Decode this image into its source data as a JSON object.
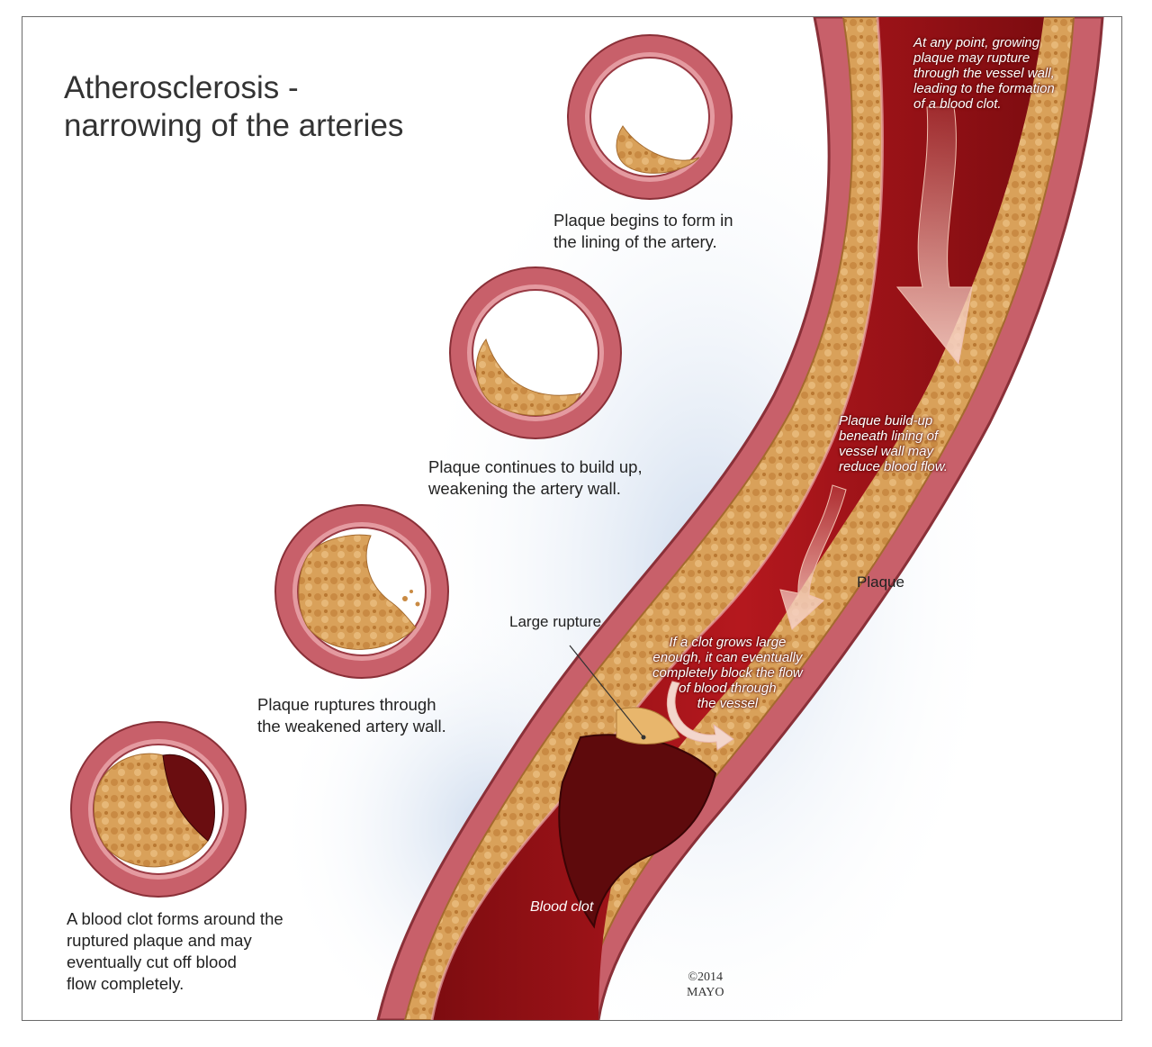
{
  "title": {
    "line1": "Atherosclerosis -",
    "line2": "narrowing of the arteries"
  },
  "stages": [
    {
      "lines": [
        "Plaque begins to form in",
        "the lining of the artery."
      ]
    },
    {
      "lines": [
        "Plaque continues to build up,",
        "weakening the artery wall."
      ]
    },
    {
      "lines": [
        "Plaque ruptures through",
        "the weakened artery wall."
      ]
    },
    {
      "lines": [
        "A blood clot forms around the",
        "ruptured plaque and may",
        "eventually cut off blood",
        "flow completely."
      ]
    }
  ],
  "artery_notes": {
    "rupture_risk": [
      "At any point, growing",
      "plaque may rupture",
      "through the vessel wall,",
      "leading to the formation",
      "of a blood clot."
    ],
    "buildup": [
      "Plaque build-up",
      "beneath lining of",
      "vessel wall may",
      "reduce blood flow."
    ],
    "clot_block": [
      "If a clot grows large",
      "enough, it can eventually",
      "completely block the flow",
      "of blood through",
      "the vessel"
    ]
  },
  "labels": {
    "plaque": "Plaque",
    "large_rupture": "Large rupture",
    "blood_clot": "Blood clot"
  },
  "copyright": {
    "year": "©2014",
    "org": "MAYO"
  },
  "colors": {
    "artery_wall": "#c8606a",
    "blood": "#a3141a",
    "plaque": "#d9a15a",
    "background_glow": "#dce6f2"
  }
}
